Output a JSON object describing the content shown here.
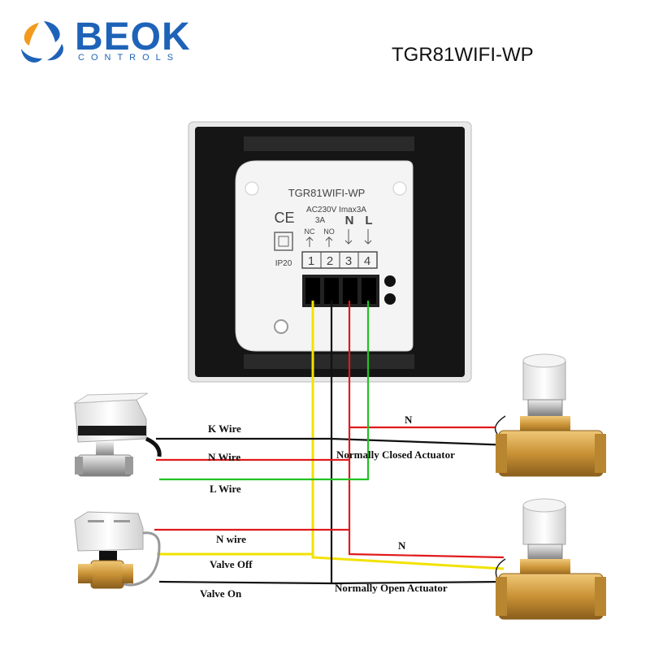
{
  "brand": {
    "name": "BEOK",
    "tagline": "CONTROLS"
  },
  "model_title": "TGR81WIFI-WP",
  "thermostat": {
    "model": "TGR81WIFI-WP",
    "rating": "AC230V Imax3A",
    "relay_rating": "3A",
    "ce_mark": "CE",
    "ip_rating": "IP20",
    "terminal_numbers": [
      "1",
      "2",
      "3",
      "4"
    ],
    "terminal_names": [
      "NC",
      "NO",
      "N",
      "L"
    ]
  },
  "wire_labels": {
    "k_wire": "K Wire",
    "n_wire": "N Wire",
    "l_wire": "L Wire",
    "n_lower": "N wire",
    "valve_off": "Valve Off",
    "valve_on": "Valve On",
    "n_right_top": "N",
    "n_right_bottom": "N",
    "normally_closed": "Normally Closed Actuator",
    "normally_open": "Normally Open Actuator"
  },
  "colors": {
    "brand_blue": "#1e63b8",
    "brand_orange": "#f39a1e",
    "wire_yellow": "#f2e200",
    "wire_black": "#111111",
    "wire_red": "#e01a1a",
    "wire_green": "#22c222",
    "brass": "#d6a44a"
  }
}
